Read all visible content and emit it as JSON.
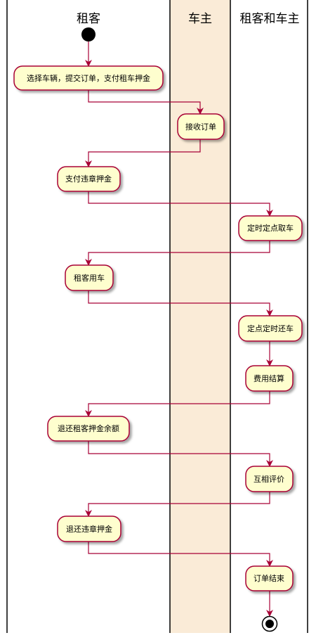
{
  "lanes": [
    {
      "id": "tenant",
      "title": "租客"
    },
    {
      "id": "owner",
      "title": "车主"
    },
    {
      "id": "both",
      "title": "租客和车主"
    }
  ],
  "activities": [
    {
      "id": "a1",
      "lane": "tenant",
      "label": "选择车辆，提交订单，支付租车押金"
    },
    {
      "id": "a2",
      "lane": "owner",
      "label": "接收订单"
    },
    {
      "id": "a3",
      "lane": "tenant",
      "label": "支付违章押金"
    },
    {
      "id": "a4",
      "lane": "both",
      "label": "定时定点取车"
    },
    {
      "id": "a5",
      "lane": "tenant",
      "label": "租客用车"
    },
    {
      "id": "a6",
      "lane": "both",
      "label": "定点定时还车"
    },
    {
      "id": "a7",
      "lane": "both",
      "label": "费用结算"
    },
    {
      "id": "a8",
      "lane": "tenant",
      "label": "退还租客押金余额"
    },
    {
      "id": "a9",
      "lane": "both",
      "label": "互相评价"
    },
    {
      "id": "a10",
      "lane": "tenant",
      "label": "退还违章押金"
    },
    {
      "id": "a11",
      "lane": "both",
      "label": "订单结束"
    }
  ],
  "colors": {
    "activity_fill": "#FEFECE",
    "activity_border": "#A80036",
    "arrow": "#A80036",
    "owner_lane_fill": "#FAEBD7",
    "lane_border": "#000000",
    "start_node": "#000000"
  }
}
